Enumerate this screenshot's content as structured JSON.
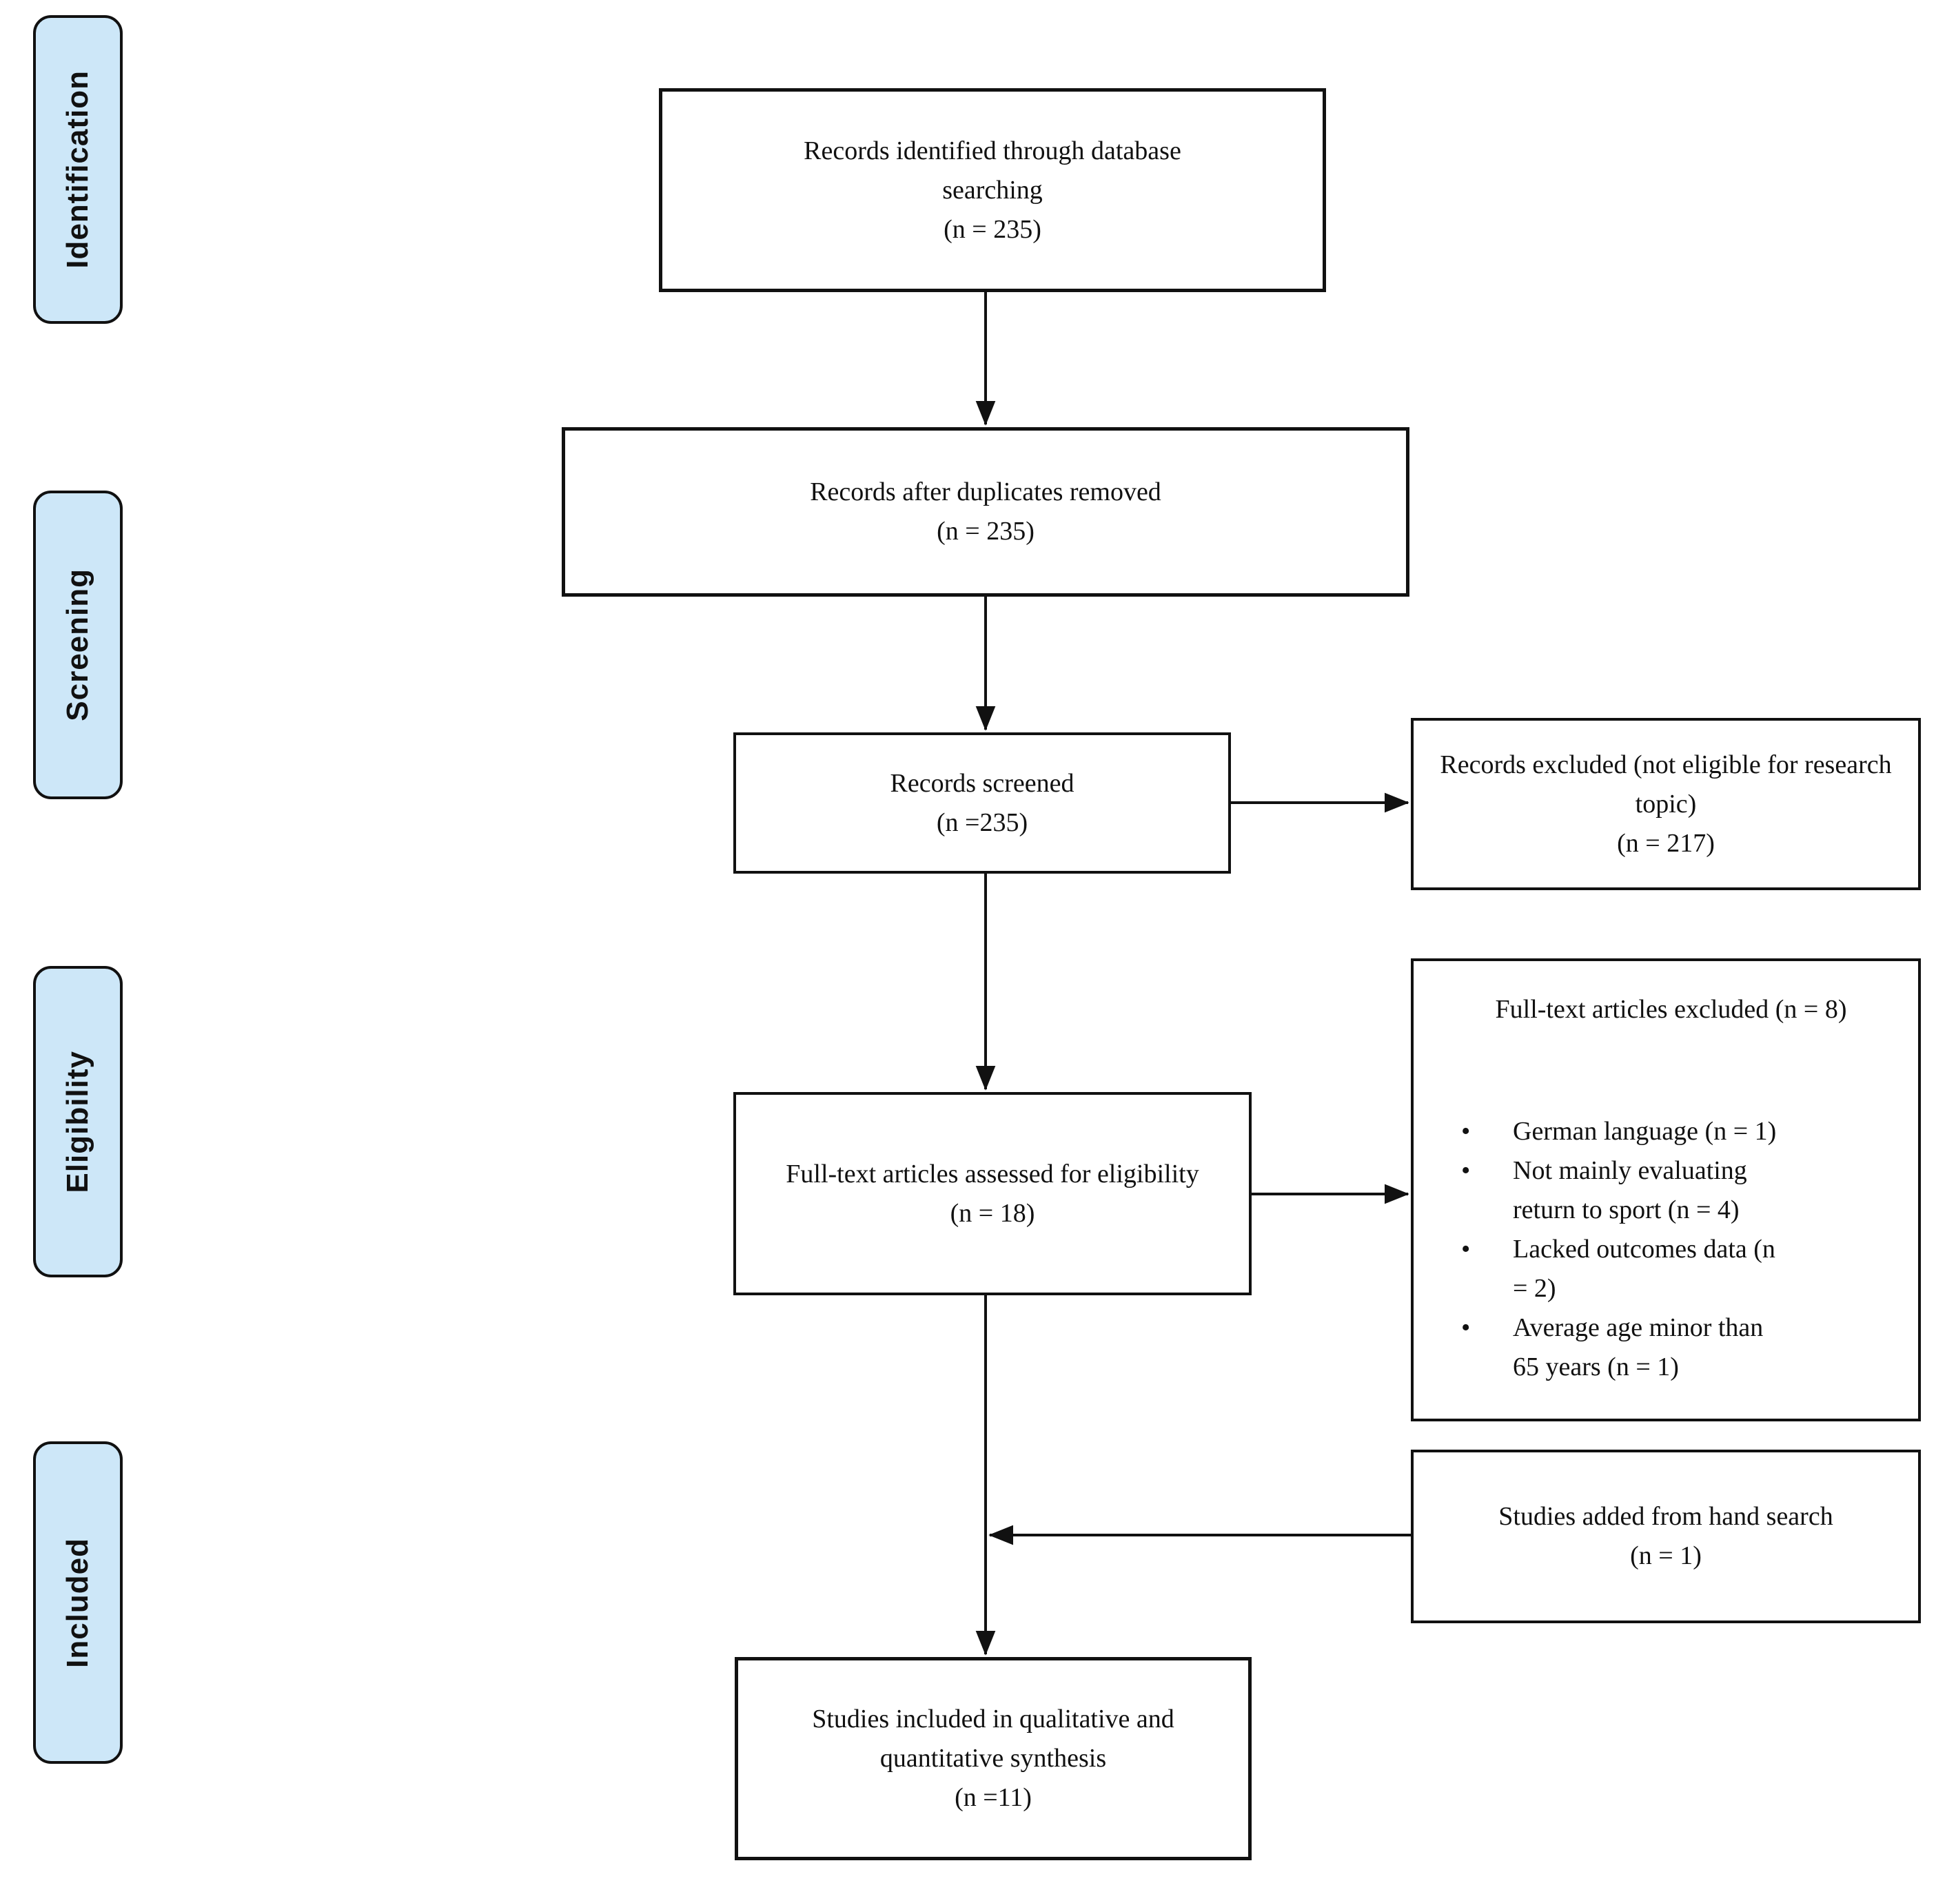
{
  "diagram": {
    "type": "prisma-flow",
    "colors": {
      "stage_fill": "#cde7f8",
      "line": "#111111",
      "background": "#ffffff"
    },
    "stages": [
      {
        "label": "Identification"
      },
      {
        "label": "Screening"
      },
      {
        "label": "Eligibility"
      },
      {
        "label": "Included"
      }
    ],
    "boxes": {
      "identified": {
        "text": "Records identified through database searching",
        "count": "(n = 235)"
      },
      "duplicates": {
        "text": "Records after duplicates removed",
        "count": "(n = 235)"
      },
      "screened": {
        "text": "Records screened",
        "count": "(n =235)"
      },
      "excluded_screen": {
        "text": "Records excluded (not eligible for research topic)",
        "count": "(n = 217)"
      },
      "fulltext": {
        "text": "Full-text articles assessed for eligibility",
        "count": "(n = 18)"
      },
      "excluded_fulltext": {
        "heading": "Full-text articles excluded (n = 8)",
        "bullet": "•",
        "reasons": [
          "German language (n = 1)",
          "Not mainly evaluating return to sport (n = 4)",
          "Lacked outcomes data (n = 2)",
          "Average age minor than 65 years (n = 1)"
        ]
      },
      "hand_search": {
        "text": "Studies added from hand search",
        "count": "(n = 1)"
      },
      "included_final": {
        "text": "Studies included in qualitative and quantitative synthesis",
        "count": "(n =11)"
      }
    }
  }
}
